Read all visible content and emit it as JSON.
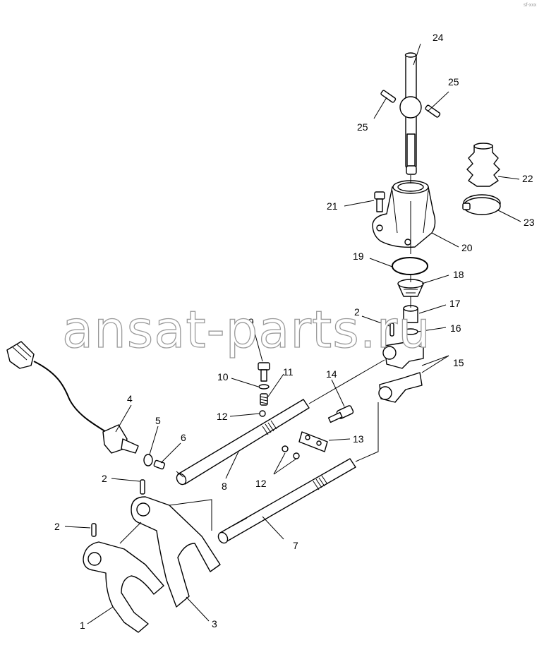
{
  "diagram": {
    "corner_code": "sf-xxx",
    "watermark": "ansat-parts.ru",
    "callouts": [
      "1",
      "2",
      "2",
      "2",
      "3",
      "4",
      "5",
      "6",
      "7",
      "8",
      "9",
      "10",
      "11",
      "12",
      "12",
      "13",
      "14",
      "15",
      "16",
      "17",
      "18",
      "19",
      "20",
      "21",
      "22",
      "23",
      "24",
      "25",
      "25"
    ]
  }
}
